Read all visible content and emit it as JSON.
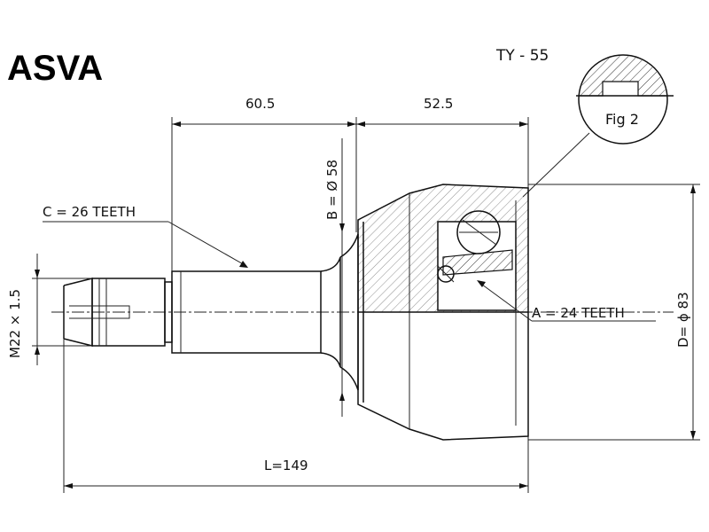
{
  "brand": "ASVA",
  "part_number": "TY - 55",
  "fig_label": "Fig 2",
  "dimensions": {
    "length_left": "60.5",
    "length_right": "52.5",
    "total_length": "L=149",
    "thread": "M22 × 1.5",
    "seal_diameter": "B = Ø 58",
    "outer_diameter": "D= ϕ 83"
  },
  "callouts": {
    "outer_teeth": "C = 26 TEETH",
    "inner_teeth": "A = 24 TEETH"
  }
}
